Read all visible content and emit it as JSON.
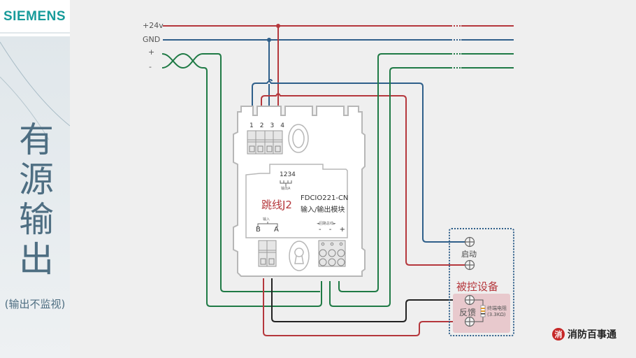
{
  "sidebar": {
    "logo": "SIEMENS",
    "title_chars": [
      "有",
      "源",
      "输",
      "出"
    ],
    "subtitle": "(输出不监视)"
  },
  "bus_labels": {
    "v24": "+24v",
    "gnd": "GND",
    "plus": "+",
    "minus": "-"
  },
  "module": {
    "terminal_numbers": [
      "1",
      "2",
      "3",
      "4"
    ],
    "jumper_numbers": "1234",
    "jumper_caption": "输出A",
    "jumper_label": "跳线J2",
    "model": "FDCIO221-CN",
    "description": "输入/输出模块",
    "input_caption": "输入",
    "input_terminals": [
      "B",
      "A"
    ],
    "loop_caption": "◄回路总线►",
    "loop_terminals": [
      "-",
      "-",
      "+"
    ]
  },
  "device": {
    "title": "被控设备",
    "start_label": "启动",
    "feedback_label": "反馈",
    "resistor_label": "终端电阻",
    "resistor_value": "(3.3KΩ)"
  },
  "brand": {
    "icon": "消",
    "name": "消防百事通"
  },
  "colors": {
    "red": "#b5373c",
    "blue": "#2f5f8a",
    "green": "#1f7a45",
    "black": "#222222",
    "device_border": "#2f5f8a",
    "device_fill": "#e8c9cd"
  }
}
